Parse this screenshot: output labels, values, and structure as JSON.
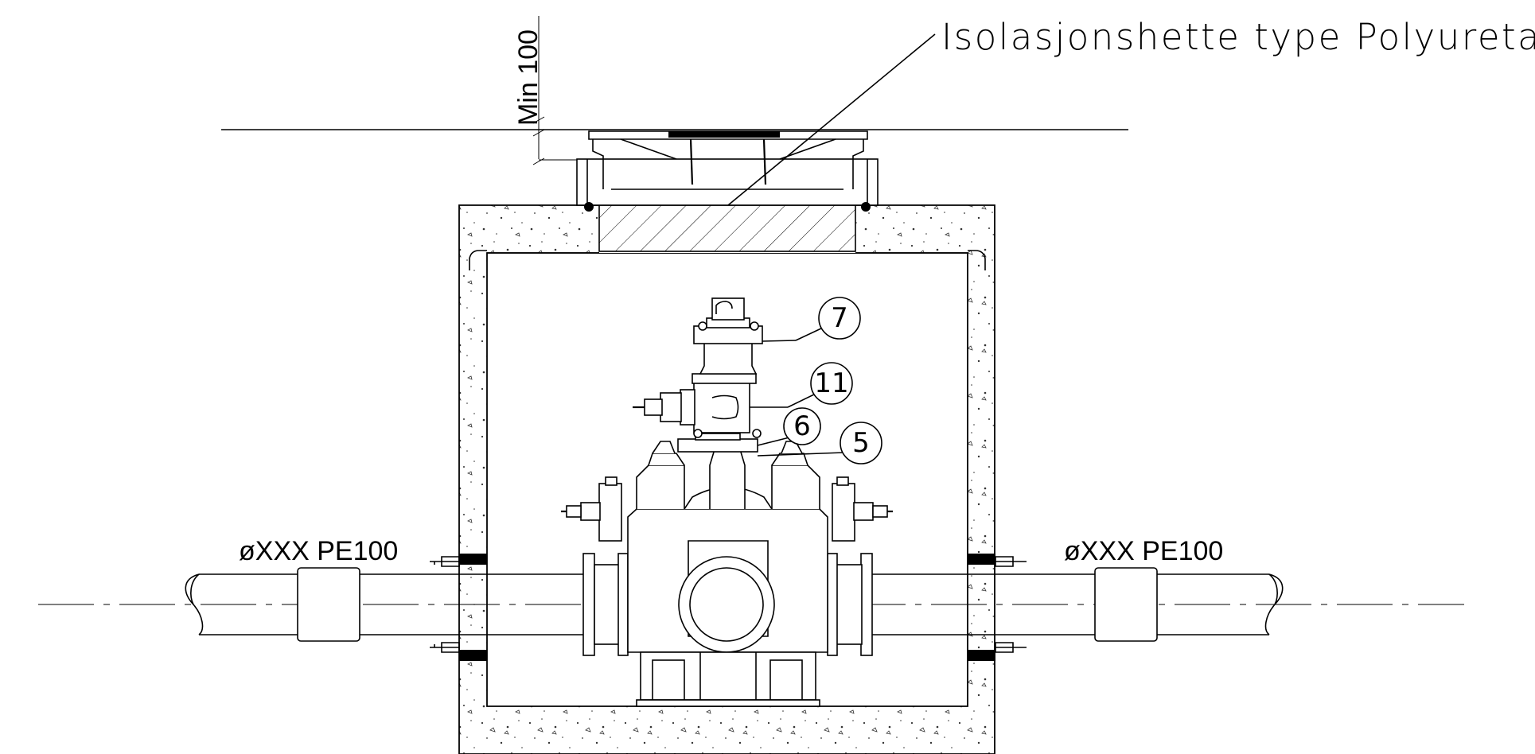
{
  "labels": {
    "insulation_cap": "Isolasjonshette type Polyuretan",
    "min_depth": "Min 100",
    "pipe_left": "øXXX PE100",
    "pipe_right": "øXXX PE100"
  },
  "callouts": [
    "7",
    "11",
    "6",
    "5"
  ]
}
